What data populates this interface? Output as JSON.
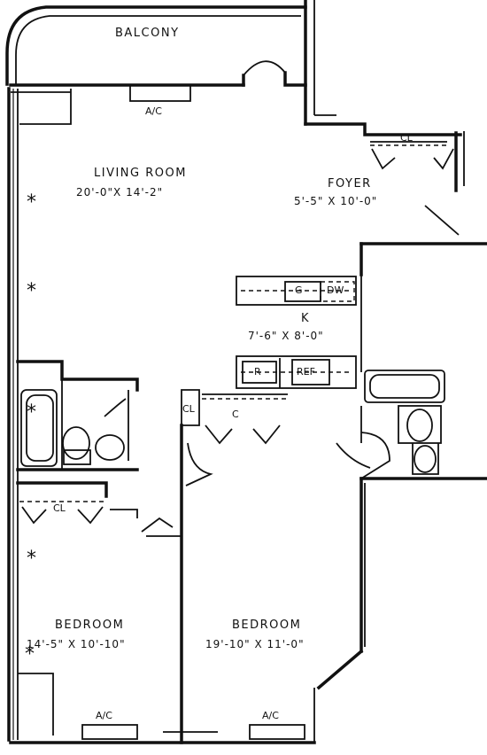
{
  "rooms": {
    "balcony": {
      "name": "BALCONY"
    },
    "living_room": {
      "name": "LIVING ROOM",
      "dims": "20'-0\"X 14'-2\""
    },
    "foyer": {
      "name": "FOYER",
      "dims": "5'-5\" X 10'-0\""
    },
    "kitchen": {
      "name": "K",
      "dims": "7'-6\" X 8'-0\""
    },
    "bedroom_left": {
      "name": "BEDROOM",
      "dims": "14'-5\" X 10'-10\""
    },
    "bedroom_right": {
      "name": "BEDROOM",
      "dims": "19'-10\" X 11'-0\""
    }
  },
  "fixtures": {
    "ac_living": "A/C",
    "ac_bedroom_left": "A/C",
    "ac_bedroom_right": "A/C",
    "closet_foyer": "CL",
    "closet_bedroom": "CL",
    "closet_hall": "CL",
    "closet_hall_c": "C",
    "garbage": "G",
    "dishwasher": "DW",
    "range": "R",
    "refrigerator": "REF"
  },
  "markers": {
    "star": "*"
  }
}
